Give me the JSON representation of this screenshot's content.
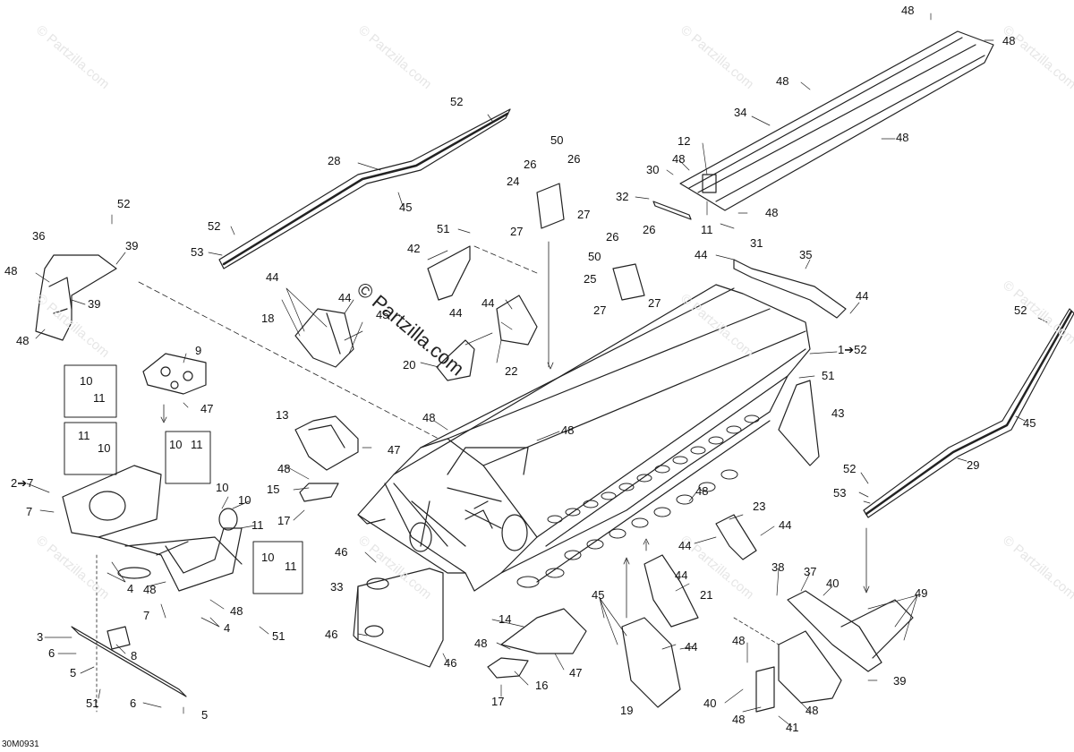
{
  "diagram_code": "30M0931",
  "watermark": "© Partzilla.com",
  "watermark_center": "© Partzilla.com",
  "labels": [
    {
      "id": "48a",
      "text": "48"
    },
    {
      "id": "48b",
      "text": "48"
    },
    {
      "id": "48c",
      "text": "48"
    },
    {
      "id": "34",
      "text": "34"
    },
    {
      "id": "48d",
      "text": "48"
    },
    {
      "id": "12",
      "text": "12"
    },
    {
      "id": "48e",
      "text": "48"
    },
    {
      "id": "30",
      "text": "30"
    },
    {
      "id": "32",
      "text": "32"
    },
    {
      "id": "11a",
      "text": "11"
    },
    {
      "id": "48f",
      "text": "48"
    },
    {
      "id": "31",
      "text": "31"
    },
    {
      "id": "50a",
      "text": "50"
    },
    {
      "id": "26a",
      "text": "26"
    },
    {
      "id": "26b",
      "text": "26"
    },
    {
      "id": "24",
      "text": "24"
    },
    {
      "id": "27a",
      "text": "27"
    },
    {
      "id": "27b",
      "text": "27"
    },
    {
      "id": "26c",
      "text": "26"
    },
    {
      "id": "26d",
      "text": "26"
    },
    {
      "id": "50b",
      "text": "50"
    },
    {
      "id": "25",
      "text": "25"
    },
    {
      "id": "27c",
      "text": "27"
    },
    {
      "id": "27d",
      "text": "27"
    },
    {
      "id": "52a",
      "text": "52"
    },
    {
      "id": "28",
      "text": "28"
    },
    {
      "id": "45a",
      "text": "45"
    },
    {
      "id": "52b",
      "text": "52"
    },
    {
      "id": "53a",
      "text": "53"
    },
    {
      "id": "51a",
      "text": "51"
    },
    {
      "id": "42",
      "text": "42"
    },
    {
      "id": "44a",
      "text": "44"
    },
    {
      "id": "44b",
      "text": "44"
    },
    {
      "id": "18",
      "text": "18"
    },
    {
      "id": "45b",
      "text": "45"
    },
    {
      "id": "44c",
      "text": "44"
    },
    {
      "id": "44d",
      "text": "44"
    },
    {
      "id": "20",
      "text": "20"
    },
    {
      "id": "22",
      "text": "22"
    },
    {
      "id": "44e",
      "text": "44"
    },
    {
      "id": "35",
      "text": "35"
    },
    {
      "id": "44f",
      "text": "44"
    },
    {
      "id": "1to52",
      "text": "1➔52"
    },
    {
      "id": "51b",
      "text": "51"
    },
    {
      "id": "43",
      "text": "43"
    },
    {
      "id": "52c",
      "text": "52"
    },
    {
      "id": "45c",
      "text": "45"
    },
    {
      "id": "29",
      "text": "29"
    },
    {
      "id": "52d",
      "text": "52"
    },
    {
      "id": "53b",
      "text": "53"
    },
    {
      "id": "52e",
      "text": "52"
    },
    {
      "id": "39a",
      "text": "39"
    },
    {
      "id": "36",
      "text": "36"
    },
    {
      "id": "48g",
      "text": "48"
    },
    {
      "id": "39b",
      "text": "39"
    },
    {
      "id": "48h",
      "text": "48"
    },
    {
      "id": "9",
      "text": "9"
    },
    {
      "id": "10a",
      "text": "10"
    },
    {
      "id": "11b",
      "text": "11"
    },
    {
      "id": "47a",
      "text": "47"
    },
    {
      "id": "11c",
      "text": "11"
    },
    {
      "id": "10b",
      "text": "10"
    },
    {
      "id": "10c",
      "text": "10"
    },
    {
      "id": "11d",
      "text": "11"
    },
    {
      "id": "13",
      "text": "13"
    },
    {
      "id": "47b",
      "text": "47"
    },
    {
      "id": "48i",
      "text": "48"
    },
    {
      "id": "48j",
      "text": "48"
    },
    {
      "id": "48k",
      "text": "48"
    },
    {
      "id": "15",
      "text": "15"
    },
    {
      "id": "17a",
      "text": "17"
    },
    {
      "id": "2to7",
      "text": "2➔7"
    },
    {
      "id": "7a",
      "text": "7"
    },
    {
      "id": "10d",
      "text": "10"
    },
    {
      "id": "10e",
      "text": "10"
    },
    {
      "id": "11e",
      "text": "11"
    },
    {
      "id": "10f",
      "text": "10"
    },
    {
      "id": "11f",
      "text": "11"
    },
    {
      "id": "4a",
      "text": "4"
    },
    {
      "id": "48l",
      "text": "48"
    },
    {
      "id": "7b",
      "text": "7"
    },
    {
      "id": "48m",
      "text": "48"
    },
    {
      "id": "4b",
      "text": "4"
    },
    {
      "id": "51c",
      "text": "51"
    },
    {
      "id": "48n",
      "text": "48"
    },
    {
      "id": "23",
      "text": "23"
    },
    {
      "id": "44g",
      "text": "44"
    },
    {
      "id": "44h",
      "text": "44"
    },
    {
      "id": "46a",
      "text": "46"
    },
    {
      "id": "33",
      "text": "33"
    },
    {
      "id": "46b",
      "text": "46"
    },
    {
      "id": "46c",
      "text": "46"
    },
    {
      "id": "3",
      "text": "3"
    },
    {
      "id": "6a",
      "text": "6"
    },
    {
      "id": "8",
      "text": "8"
    },
    {
      "id": "5a",
      "text": "5"
    },
    {
      "id": "51d",
      "text": "51"
    },
    {
      "id": "6b",
      "text": "6"
    },
    {
      "id": "5b",
      "text": "5"
    },
    {
      "id": "45d",
      "text": "45"
    },
    {
      "id": "14",
      "text": "14"
    },
    {
      "id": "48o",
      "text": "48"
    },
    {
      "id": "47c",
      "text": "47"
    },
    {
      "id": "17b",
      "text": "17"
    },
    {
      "id": "16",
      "text": "16"
    },
    {
      "id": "44i",
      "text": "44"
    },
    {
      "id": "21",
      "text": "21"
    },
    {
      "id": "44j",
      "text": "44"
    },
    {
      "id": "19",
      "text": "19"
    },
    {
      "id": "38",
      "text": "38"
    },
    {
      "id": "37",
      "text": "37"
    },
    {
      "id": "40a",
      "text": "40"
    },
    {
      "id": "49",
      "text": "49"
    },
    {
      "id": "48p",
      "text": "48"
    },
    {
      "id": "39c",
      "text": "39"
    },
    {
      "id": "40b",
      "text": "40"
    },
    {
      "id": "48q",
      "text": "48"
    },
    {
      "id": "48r",
      "text": "48"
    },
    {
      "id": "41",
      "text": "41"
    }
  ]
}
